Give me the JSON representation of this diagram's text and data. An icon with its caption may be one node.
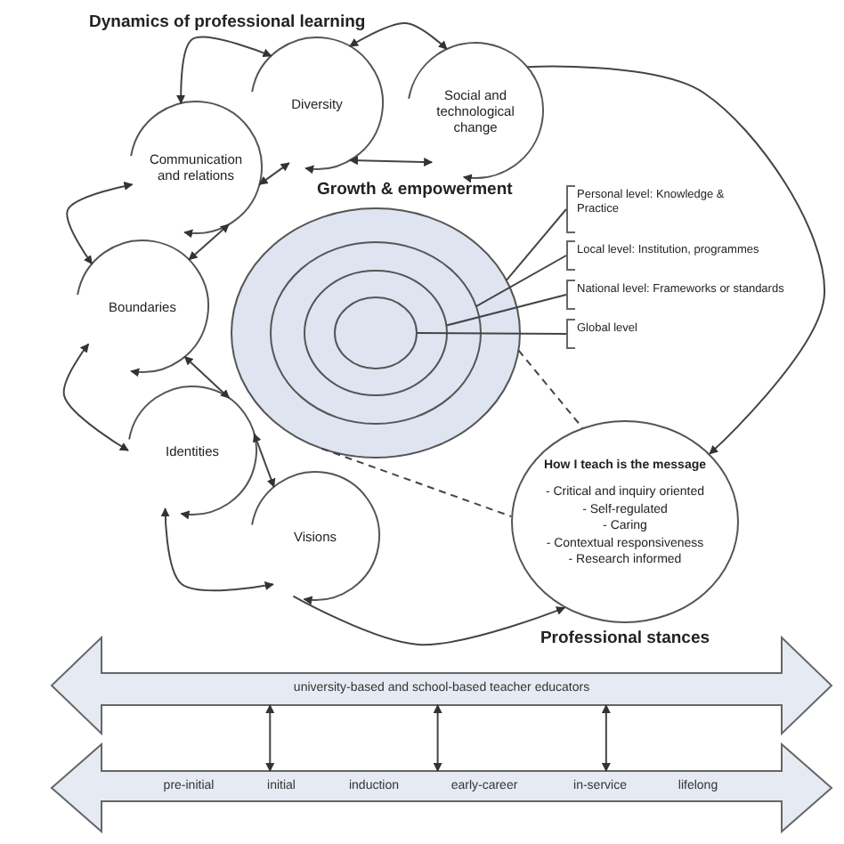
{
  "diagram": {
    "title": "Dynamics of professional learning",
    "nodes": [
      {
        "text": [
          "Diversity"
        ]
      },
      {
        "text": [
          "Social and technological change"
        ]
      },
      {
        "text": [
          "Communication and relations"
        ]
      },
      {
        "text": [
          "Boundaries"
        ]
      },
      {
        "text": [
          "Identities"
        ]
      },
      {
        "text": [
          "Visions"
        ]
      },
      {
        "text": [
          "Growth & empowerment"
        ]
      },
      {
        "text": [
          "Personal level: Knowledge & Practice"
        ]
      },
      {
        "text": [
          "Local level: Institution, programmes"
        ]
      },
      {
        "text": [
          "National level: Frameworks or standards"
        ]
      },
      {
        "text": [
          "Global level"
        ]
      },
      {
        "text": [
          "How I teach is the message",
          "- Critical and inquiry oriented",
          "- Self-regulated",
          "- Caring",
          "- Contextual responsiveness",
          "- Research informed"
        ],
        "beside": [
          "Professional stances"
        ]
      },
      {
        "text": [
          "university-based and school-based teacher educators"
        ]
      },
      {
        "text": [
          "pre-initial",
          "initial",
          "induction",
          "early-career",
          "in-service",
          "lifelong"
        ]
      }
    ],
    "edges": [
      {
        "from": 2,
        "to": 0,
        "arrow": "both"
      },
      {
        "from": 2,
        "to": 0,
        "arrow": "both"
      },
      {
        "from": 0,
        "to": 1,
        "arrow": "both"
      },
      {
        "from": 0,
        "to": 1,
        "arrow": "both"
      },
      {
        "from": 3,
        "to": 2,
        "arrow": "both"
      },
      {
        "from": 2,
        "to": 3,
        "arrow": "both"
      },
      {
        "from": 3,
        "to": 4,
        "arrow": "both"
      },
      {
        "from": 3,
        "to": 4,
        "arrow": "both"
      },
      {
        "from": 4,
        "to": 5,
        "arrow": "both"
      },
      {
        "from": 4,
        "to": 5,
        "arrow": "both"
      },
      {
        "from": 1,
        "to": 11,
        "arrow": "to"
      },
      {
        "from": 5,
        "to": 11,
        "arrow": "to"
      },
      {
        "from": 6,
        "to": 11,
        "arrow": "none",
        "style": "dashed"
      },
      {
        "from": 6,
        "to": 11,
        "arrow": "none",
        "style": "dashed"
      },
      {
        "from": 7,
        "to": 6,
        "arrow": "none"
      },
      {
        "from": 8,
        "to": 6,
        "arrow": "none"
      },
      {
        "from": 9,
        "to": 6,
        "arrow": "none"
      },
      {
        "from": 10,
        "to": 6,
        "arrow": "none"
      },
      {
        "from": 12,
        "to": 13,
        "arrow": "both"
      },
      {
        "from": 12,
        "to": 13,
        "arrow": "both"
      },
      {
        "from": 12,
        "to": 13,
        "arrow": "both"
      }
    ]
  }
}
